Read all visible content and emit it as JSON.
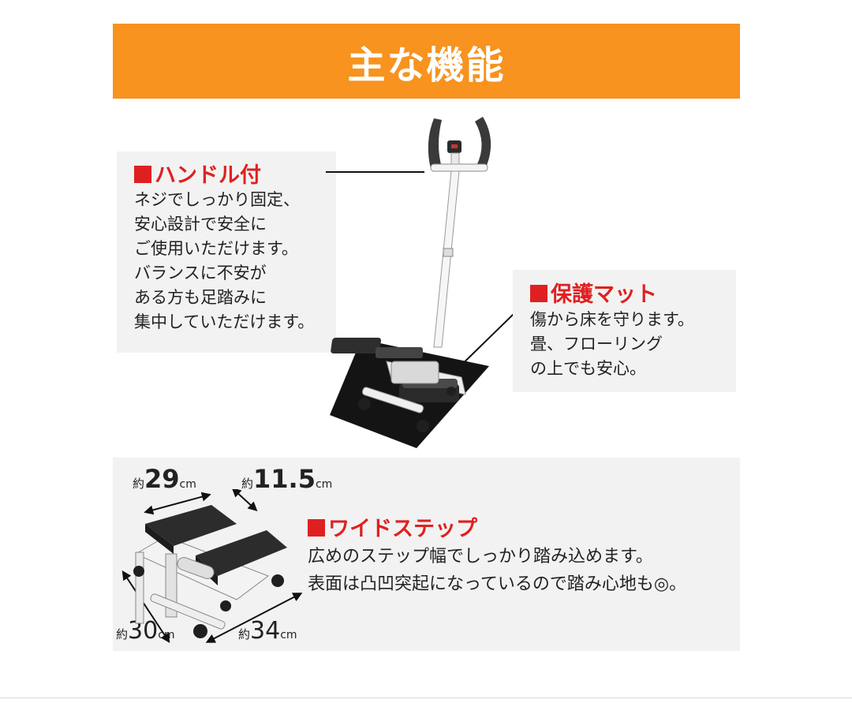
{
  "banner": {
    "title": "主な機能",
    "color": "#f7931e"
  },
  "accent_color": "#e02020",
  "handle": {
    "heading": "ハンドル付",
    "body": "ネジでしっかり固定、\n安心設計で安全に\nご使用いただけます。\nバランスに不安が\nある方も足踏みに\n集中していただけます。"
  },
  "mat": {
    "heading": "保護マット",
    "body": "傷から床を守ります。\n畳、フローリング\nの上でも安心。"
  },
  "wide_step": {
    "heading": "ワイドステップ",
    "body": "広めのステップ幅でしっかり踏み込めます。\n表面は凸凹突起になっているので踏み心地も◎。"
  },
  "dimensions": {
    "prefix": "約",
    "unit": "cm",
    "length": "29",
    "depth": "11.5",
    "height": "30",
    "width": "34"
  }
}
